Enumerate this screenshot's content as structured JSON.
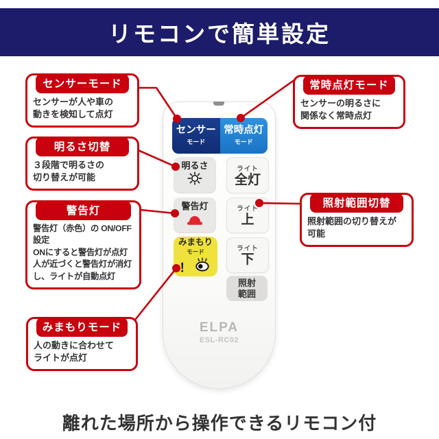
{
  "banner": {
    "title": "リモコンで簡単設定"
  },
  "caption": "離れた場所から操作できるリモコン付",
  "callouts": {
    "sensor": {
      "title": "センサーモード",
      "body": "センサーが人や車の\n動きを検知して点灯"
    },
    "brightness": {
      "title": "明るさ切替",
      "body": "３段階で明るさの\n切り替えが可能"
    },
    "warning": {
      "title": "警告灯",
      "body": "警告灯（赤色）の ON/OFF\n設定\nONにすると警告灯が点灯\n人が近づくと警告灯が消灯\nし、ライトが自動点灯"
    },
    "mimamori": {
      "title": "みまもりモード",
      "body": "人の動きに合わせて\nライトが点灯"
    },
    "always_on": {
      "title": "常時点灯モード",
      "body": "センサーの明るさに\n関係なく常時点灯"
    },
    "range": {
      "title": "照射範囲切替",
      "body": "照射範囲の切り替えが\n可能"
    }
  },
  "remote": {
    "brand": "ELPA",
    "model": "ESL-RC02",
    "buttons": {
      "sensor_mode": {
        "label": "センサー",
        "sub": "モード"
      },
      "always_on_mode": {
        "label": "常時点灯",
        "sub": "モード"
      },
      "brightness": {
        "label": "明るさ",
        "icon": "sun-icon"
      },
      "light_all": {
        "top": "ライト",
        "main": "全灯"
      },
      "warning": {
        "label": "警告灯",
        "icon": "warning-beacon-icon"
      },
      "light_up": {
        "top": "ライト",
        "main": "上"
      },
      "mimamori": {
        "label": "みまもり",
        "sub": "モード",
        "exclamation": "！",
        "icon": "eye-icon"
      },
      "light_down": {
        "top": "ライト",
        "main": "下"
      },
      "range": {
        "label": "照射\n範囲"
      }
    }
  },
  "colors": {
    "accent_red": "#c9000e",
    "banner_navy": "#1c1c6a",
    "sensor_button_navy": "#15357e",
    "always_on_button_blue": "#1e82d4",
    "mimamori_yellow": "#efe23c",
    "beacon_red": "#e0262d",
    "text_dark": "#333333"
  }
}
